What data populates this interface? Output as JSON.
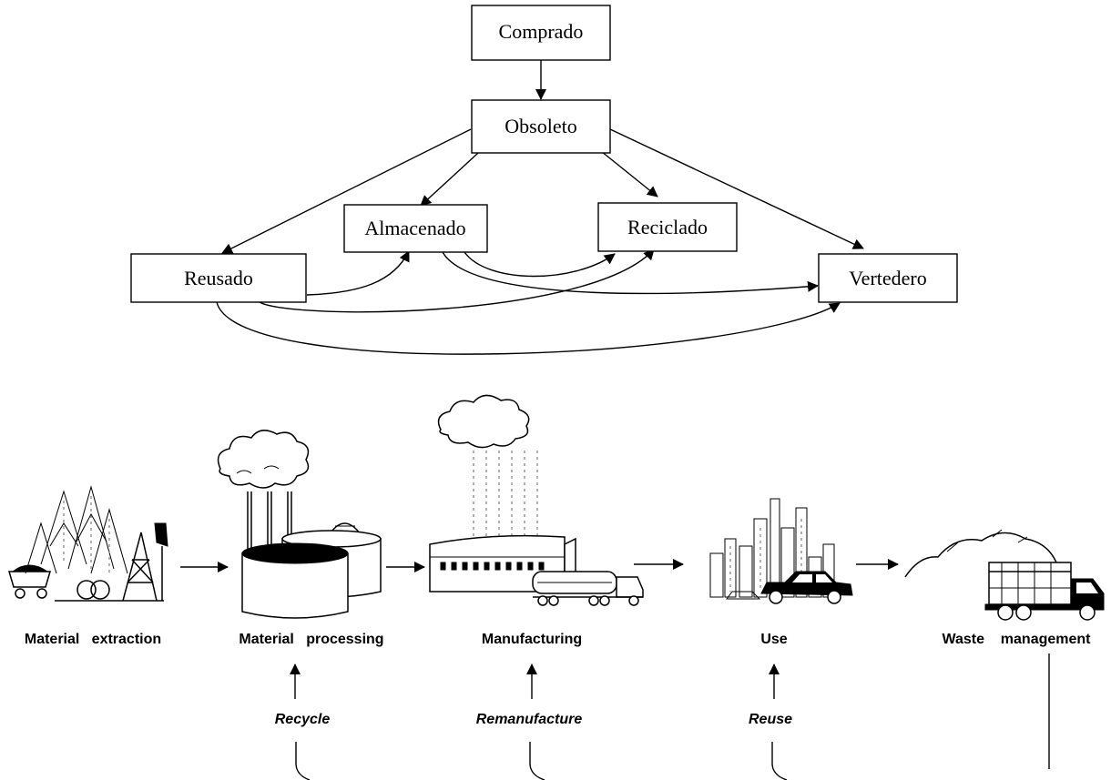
{
  "state_diagram": {
    "nodes": [
      {
        "id": "comprado",
        "label": "Comprado"
      },
      {
        "id": "obsoleto",
        "label": "Obsoleto"
      },
      {
        "id": "almacenado",
        "label": "Almacenado"
      },
      {
        "id": "reciclado",
        "label": "Reciclado"
      },
      {
        "id": "reusado",
        "label": "Reusado"
      },
      {
        "id": "vertedero",
        "label": "Vertedero"
      }
    ],
    "edges": [
      {
        "from": "comprado",
        "to": "obsoleto"
      },
      {
        "from": "obsoleto",
        "to": "reusado"
      },
      {
        "from": "obsoleto",
        "to": "almacenado"
      },
      {
        "from": "obsoleto",
        "to": "reciclado"
      },
      {
        "from": "obsoleto",
        "to": "vertedero"
      },
      {
        "from": "reusado",
        "to": "almacenado"
      },
      {
        "from": "almacenado",
        "to": "reciclado"
      },
      {
        "from": "almacenado",
        "to": "vertedero"
      },
      {
        "from": "reusado",
        "to": "reciclado"
      },
      {
        "from": "reusado",
        "to": "vertedero"
      }
    ]
  },
  "lifecycle": {
    "stages": [
      {
        "id": "extraction",
        "label": "Material   extraction",
        "icon": "oil-pump-and-forest-icon"
      },
      {
        "id": "processing",
        "label": "Material   processing",
        "icon": "processing-plant-icon"
      },
      {
        "id": "manufacturing",
        "label": "Manufacturing",
        "icon": "factory-and-tanker-icon"
      },
      {
        "id": "use",
        "label": "Use",
        "icon": "city-and-car-icon"
      },
      {
        "id": "waste",
        "label": "Waste    management",
        "icon": "landfill-and-truck-icon"
      }
    ],
    "loops": [
      {
        "label": "Recycle",
        "to": "processing"
      },
      {
        "label": "Remanufacture",
        "to": "manufacturing"
      },
      {
        "label": "Reuse",
        "to": "use"
      }
    ],
    "colors": {
      "ink": "#000000",
      "background": "#ffffff"
    }
  }
}
